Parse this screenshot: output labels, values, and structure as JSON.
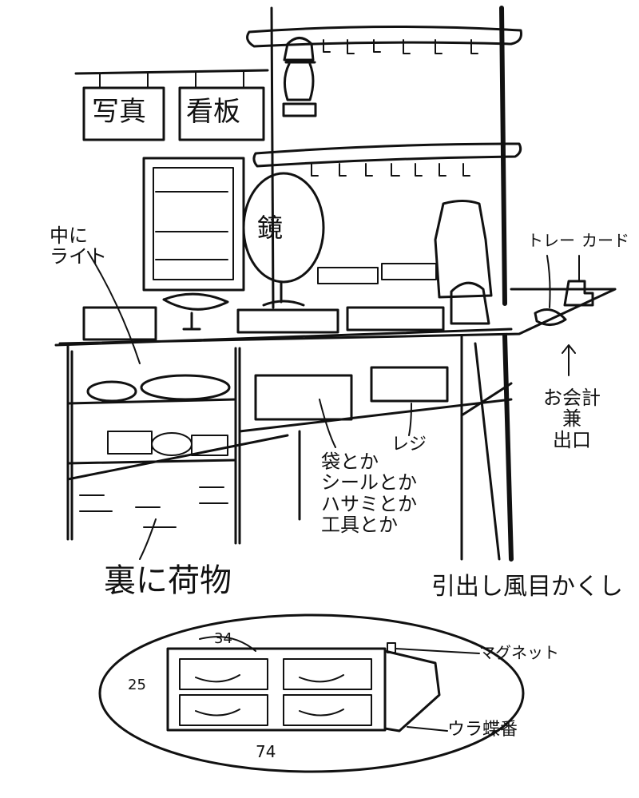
{
  "sketch": {
    "signs": {
      "photo": "写真",
      "signboard": "看板"
    },
    "mirror": "鏡",
    "light_note": [
      "中に",
      "ライト"
    ],
    "tray": "トレー",
    "card": "カード",
    "checkout_exit": [
      "お会計",
      "兼",
      "出口"
    ],
    "storage_note": [
      "袋とか",
      "シールとか",
      "ハサミとか",
      "工具とか"
    ],
    "register": "レジ",
    "back_luggage": "裏に荷物",
    "drawer_screen": "引出し風目かくし",
    "magnet": "マグネット",
    "back_hinge": "ウラ蝶番",
    "dimensions": {
      "width_top": "34",
      "height": "25",
      "width_total": "74"
    }
  },
  "colors": {
    "ink": "#111111",
    "paper": "#ffffff"
  }
}
